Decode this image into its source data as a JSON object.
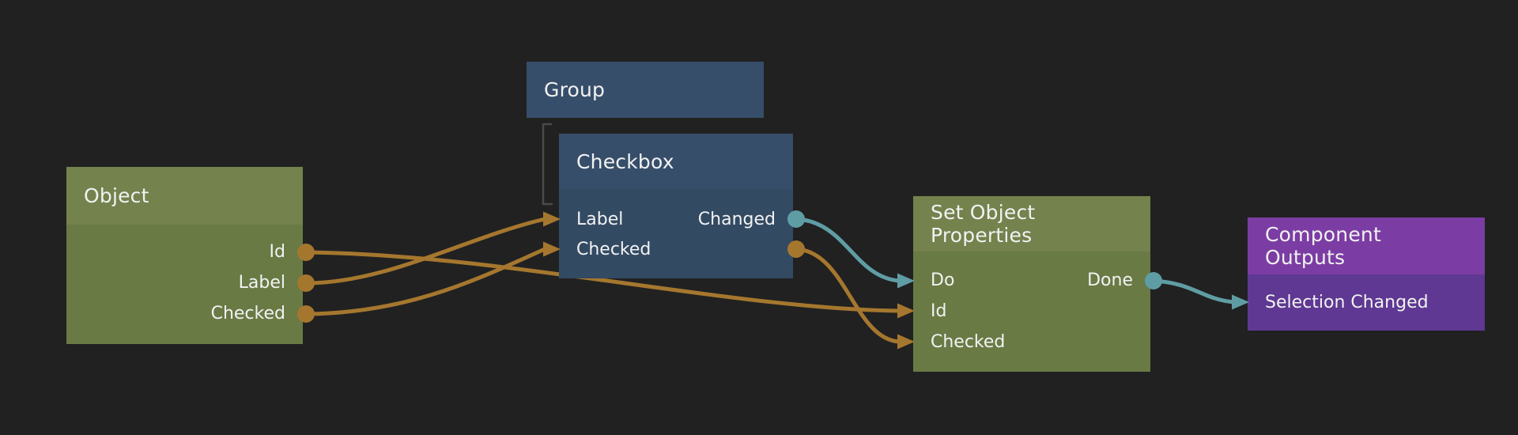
{
  "app": {
    "name": "node-graph-editor",
    "background": "#212121"
  },
  "palette": {
    "data_wire": "#a5772e",
    "signal_wire": "#5f9da4",
    "olive_header": "#74824d",
    "olive_body": "#697a45",
    "blue_header": "#374e6a",
    "blue_body": "#334a63",
    "purple_header": "#7b3da3",
    "purple_body": "#5e3892",
    "hierarchy_line": "#4a4a4a",
    "text": "#f2f2f2"
  },
  "nodes": [
    {
      "title": "Object",
      "category": "data",
      "inputs": [],
      "outputs": [
        {
          "label": "Id",
          "type": "data"
        },
        {
          "label": "Label",
          "type": "data"
        },
        {
          "label": "Checked",
          "type": "data"
        }
      ]
    },
    {
      "title": "Group",
      "category": "visual",
      "inputs": [],
      "outputs": []
    },
    {
      "title": "Checkbox",
      "category": "visual",
      "inputs": [
        {
          "label": "Label",
          "type": "data"
        },
        {
          "label": "Checked",
          "type": "data"
        }
      ],
      "outputs": [
        {
          "label": "Changed",
          "type": "signal"
        },
        {
          "label": "",
          "type": "data"
        }
      ]
    },
    {
      "title": "Set Object Properties",
      "category": "data",
      "inputs": [
        {
          "label": "Do",
          "type": "signal"
        },
        {
          "label": "Id",
          "type": "data"
        },
        {
          "label": "Checked",
          "type": "data"
        }
      ],
      "outputs": [
        {
          "label": "Done",
          "type": "signal"
        }
      ]
    },
    {
      "title": "Component Outputs",
      "category": "component",
      "inputs": [
        {
          "label": "Selection Changed",
          "type": "signal"
        }
      ],
      "outputs": []
    }
  ],
  "connections": [
    {
      "from": "Object.Id",
      "to": "Set Object Properties.Id",
      "kind": "data"
    },
    {
      "from": "Object.Label",
      "to": "Checkbox.Label",
      "kind": "data"
    },
    {
      "from": "Object.Checked",
      "to": "Checkbox.Checked",
      "kind": "data"
    },
    {
      "from": "Checkbox.Changed",
      "to": "Set Object Properties.Do",
      "kind": "signal"
    },
    {
      "from": "Checkbox.Checked",
      "to": "Set Object Properties.Checked",
      "kind": "data"
    },
    {
      "from": "Set Object Properties.Done",
      "to": "Component Outputs.Selection Changed",
      "kind": "signal"
    },
    {
      "from": "Group",
      "to": "Checkbox",
      "kind": "child-link"
    }
  ]
}
